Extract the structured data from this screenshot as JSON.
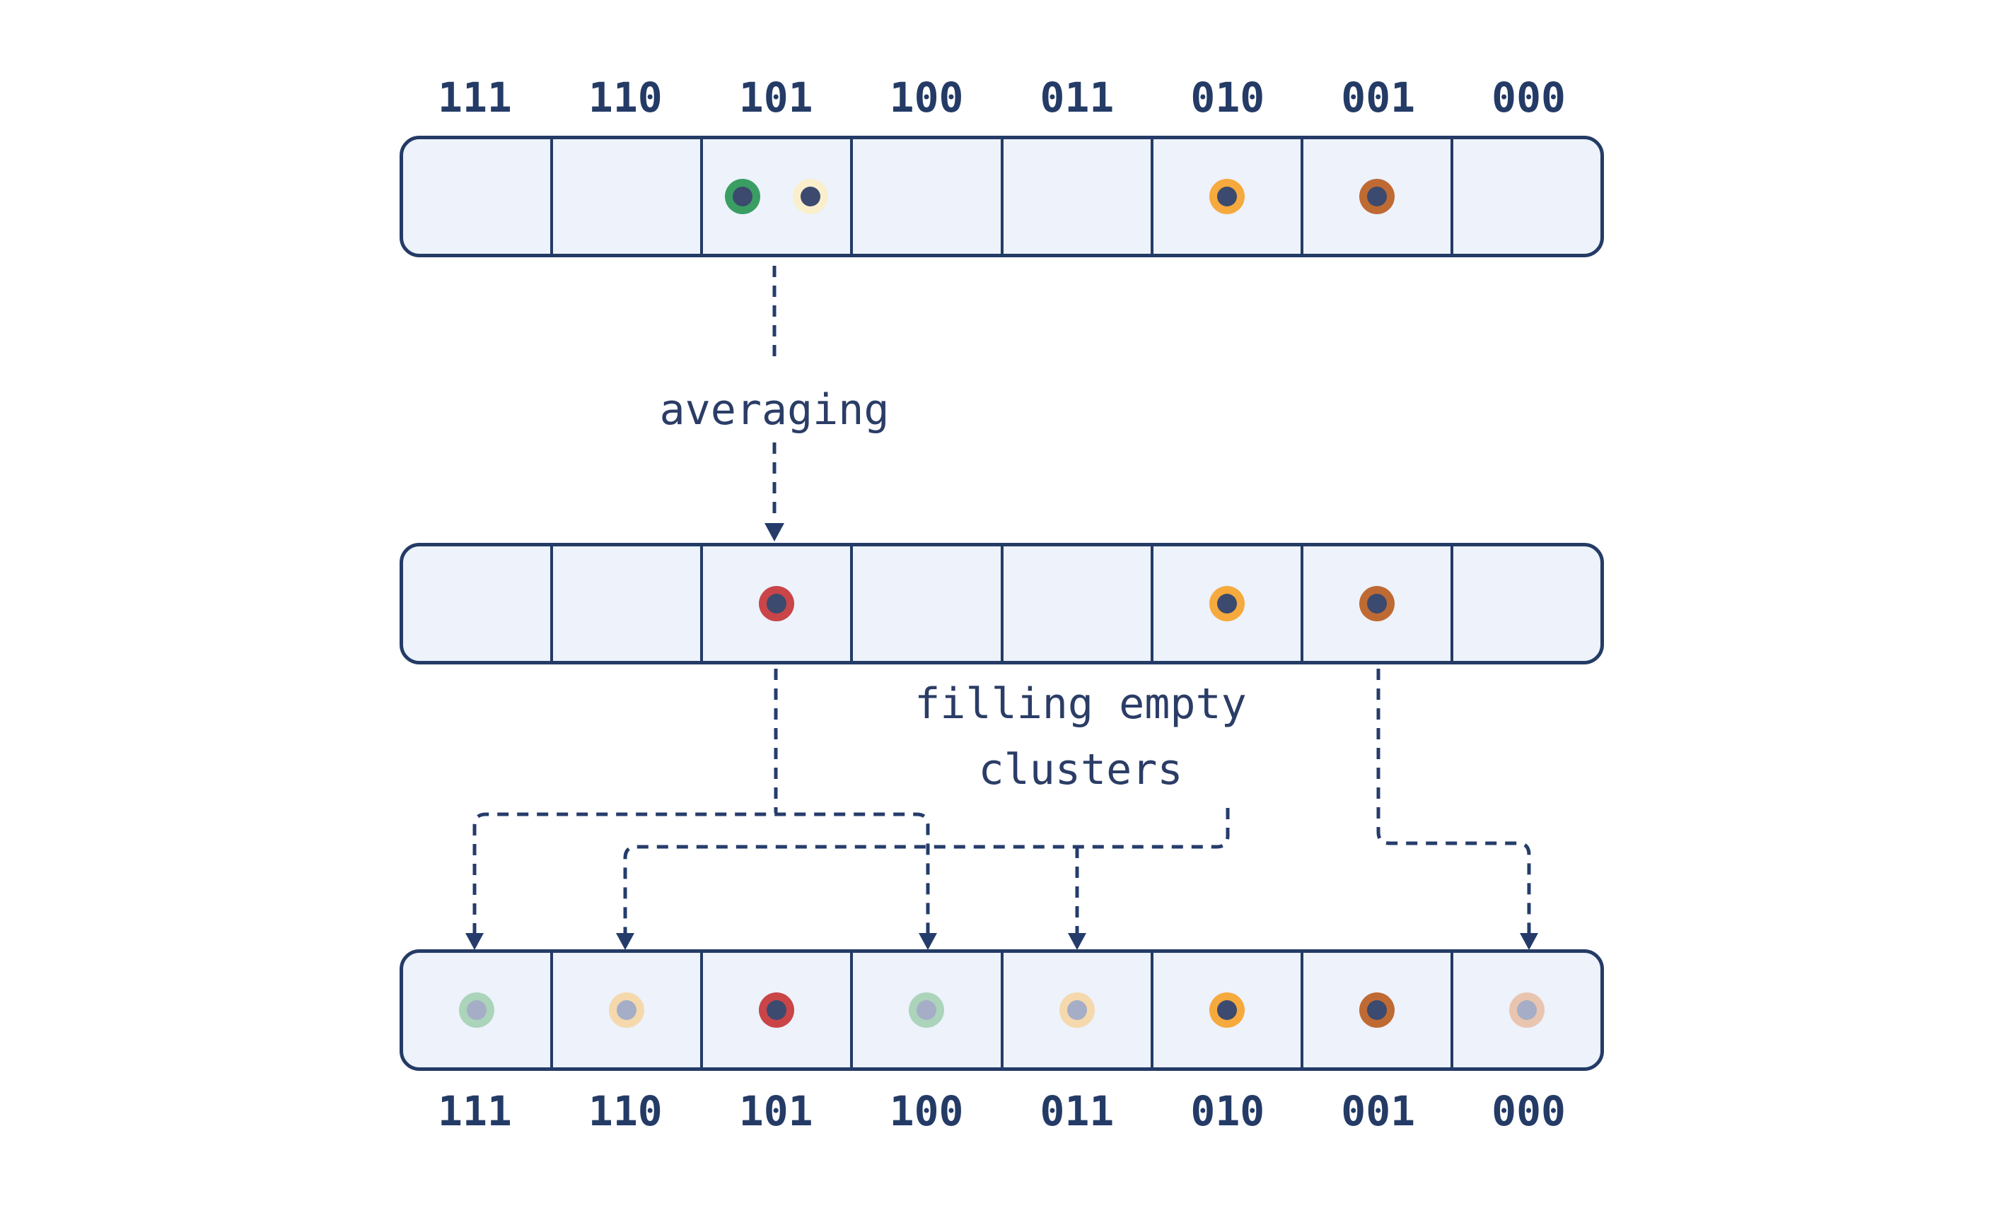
{
  "annotations": {
    "averaging_label": "averaging",
    "filling_label_line1": "filling empty",
    "filling_label_line2": "clusters"
  },
  "labels": {
    "binary": [
      "111",
      "110",
      "101",
      "100",
      "011",
      "010",
      "001",
      "000"
    ]
  },
  "colors": {
    "navy": "#253c6b",
    "cell_fill": "#edf2fb",
    "dot_center_navy": "#3b4a6e",
    "green": "#3a9e63",
    "cream": "#faefcd",
    "orange": "#f6a93d",
    "rust": "#bf6a33",
    "red": "#c94547",
    "faded_green": "#abd4ba",
    "faded_tan": "#f5d8ac",
    "faded_blush": "#e9c5b0",
    "faded_center": "#a5aec6"
  },
  "rows": [
    {
      "cells": [
        {
          "dots": []
        },
        {
          "dots": []
        },
        {
          "dots": [
            {
              "ring": "green",
              "center": "dot_center_navy"
            },
            {
              "ring": "cream",
              "center": "dot_center_navy"
            }
          ]
        },
        {
          "dots": []
        },
        {
          "dots": []
        },
        {
          "dots": [
            {
              "ring": "orange",
              "center": "dot_center_navy"
            }
          ]
        },
        {
          "dots": [
            {
              "ring": "rust",
              "center": "dot_center_navy"
            }
          ]
        },
        {
          "dots": []
        }
      ]
    },
    {
      "cells": [
        {
          "dots": []
        },
        {
          "dots": []
        },
        {
          "dots": [
            {
              "ring": "red",
              "center": "dot_center_navy"
            }
          ]
        },
        {
          "dots": []
        },
        {
          "dots": []
        },
        {
          "dots": [
            {
              "ring": "orange",
              "center": "dot_center_navy"
            }
          ]
        },
        {
          "dots": [
            {
              "ring": "rust",
              "center": "dot_center_navy"
            }
          ]
        },
        {
          "dots": []
        }
      ]
    },
    {
      "cells": [
        {
          "dots": [
            {
              "ring": "faded_green",
              "center": "faded_center"
            }
          ]
        },
        {
          "dots": [
            {
              "ring": "faded_tan",
              "center": "faded_center"
            }
          ]
        },
        {
          "dots": [
            {
              "ring": "red",
              "center": "dot_center_navy"
            }
          ]
        },
        {
          "dots": [
            {
              "ring": "faded_green",
              "center": "faded_center"
            }
          ]
        },
        {
          "dots": [
            {
              "ring": "faded_tan",
              "center": "faded_center"
            }
          ]
        },
        {
          "dots": [
            {
              "ring": "orange",
              "center": "dot_center_navy"
            }
          ]
        },
        {
          "dots": [
            {
              "ring": "rust",
              "center": "dot_center_navy"
            }
          ]
        },
        {
          "dots": [
            {
              "ring": "faded_blush",
              "center": "faded_center"
            }
          ]
        }
      ]
    }
  ],
  "connections": [
    {
      "from": "101",
      "to": [
        "111",
        "100"
      ]
    },
    {
      "from": "010",
      "to": [
        "110",
        "011"
      ]
    },
    {
      "from": "001",
      "to": [
        "000"
      ]
    }
  ],
  "process_arrows": [
    {
      "from_row": 1,
      "to_row": 2,
      "label": "averaging"
    },
    {
      "from_row": 2,
      "to_row": 3,
      "label": "filling empty clusters"
    }
  ]
}
